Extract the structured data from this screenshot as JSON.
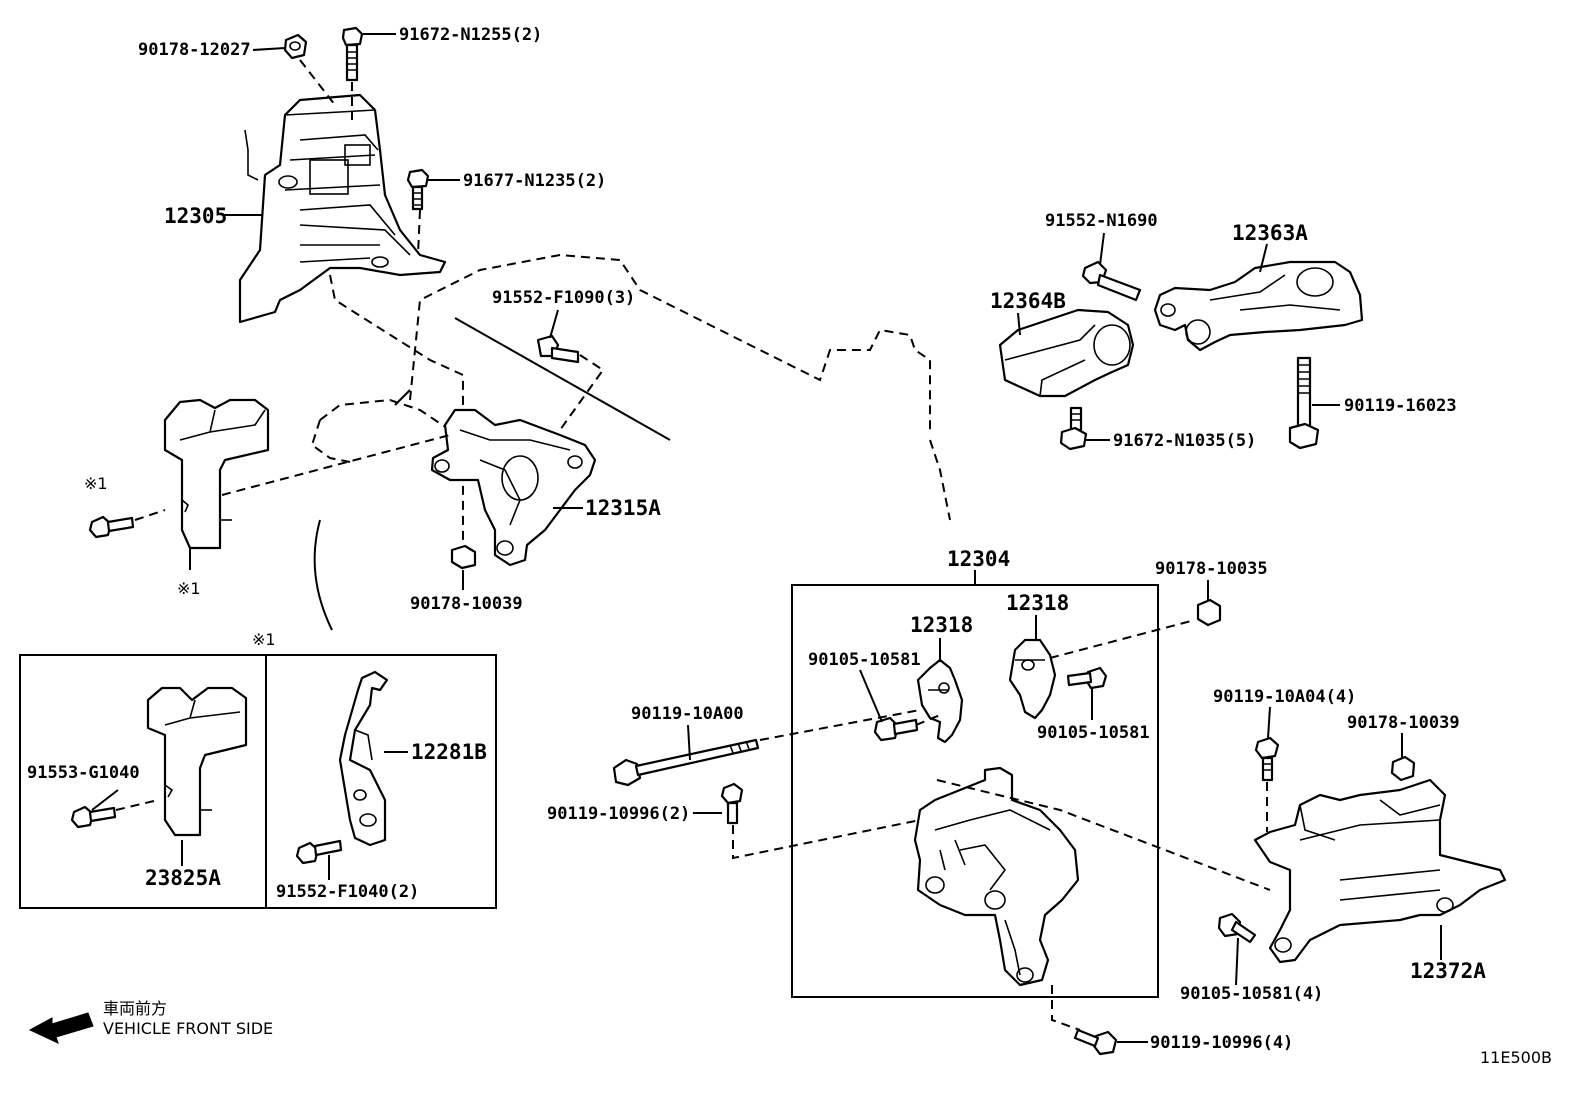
{
  "labels": {
    "p90178_12027": "90178-12027",
    "p91672_N1255": "91672-N1255(2)",
    "p91677_N1235": "91677-N1235(2)",
    "p12305": "12305",
    "p91552_N1690": "91552-N1690",
    "p12363A": "12363A",
    "p12364B": "12364B",
    "p90119_16023": "90119-16023",
    "p91672_N1035": "91672-N1035(5)",
    "p91552_F1090": "91552-F1090(3)",
    "p12315A": "12315A",
    "p90178_10039_a": "90178-10039",
    "mark1_a": "※1",
    "mark1_b": "※1",
    "mark1_c": "※1",
    "p12304": "12304",
    "p90178_10035": "90178-10035",
    "p12318_a": "12318",
    "p12318_b": "12318",
    "p90105_10581_a": "90105-10581",
    "p90105_10581_b": "90105-10581",
    "p90119_10A00": "90119-10A00",
    "p90119_10996_2": "90119-10996(2)",
    "p90119_10A04": "90119-10A04(4)",
    "p90178_10039_b": "90178-10039",
    "p91553_G1040": "91553-G1040",
    "p12281B": "12281B",
    "p23825A": "23825A",
    "p91552_F1040": "91552-F1040(2)",
    "p90105_10581_4": "90105-10581(4)",
    "p12372A": "12372A",
    "p90119_10996_4": "90119-10996(4)",
    "front_jp": "車両前方",
    "front_en": "VEHICLE FRONT SIDE",
    "code": "11E500B"
  },
  "icons": [
    "engine-mount-icon",
    "bracket-icon",
    "bolt-icon",
    "nut-icon",
    "direction-arrow-icon"
  ]
}
